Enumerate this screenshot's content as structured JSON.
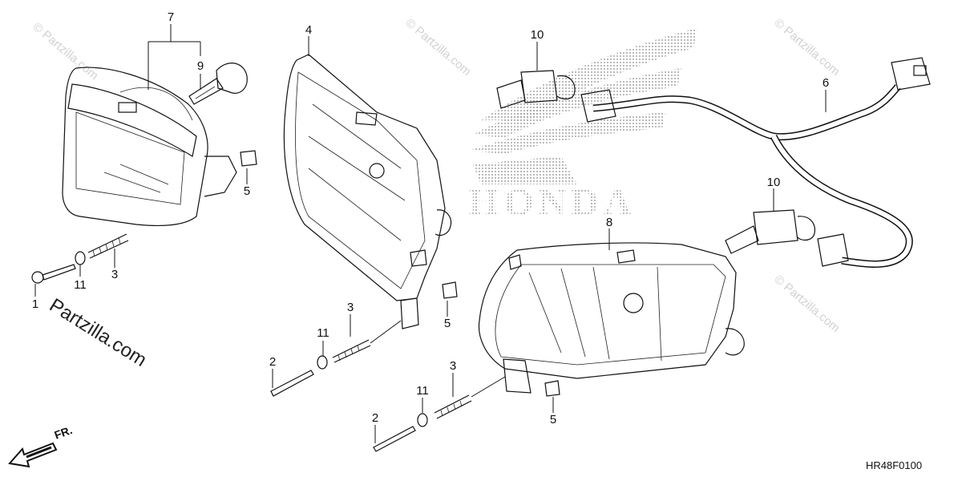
{
  "callouts": [
    {
      "id": "c1",
      "text": "1"
    },
    {
      "id": "c2a",
      "text": "2"
    },
    {
      "id": "c2b",
      "text": "2"
    },
    {
      "id": "c3a",
      "text": "3"
    },
    {
      "id": "c3b",
      "text": "3"
    },
    {
      "id": "c3c",
      "text": "3"
    },
    {
      "id": "c4",
      "text": "4"
    },
    {
      "id": "c5a",
      "text": "5"
    },
    {
      "id": "c5b",
      "text": "5"
    },
    {
      "id": "c5c",
      "text": "5"
    },
    {
      "id": "c6",
      "text": "6"
    },
    {
      "id": "c7",
      "text": "7"
    },
    {
      "id": "c8",
      "text": "8"
    },
    {
      "id": "c9",
      "text": "9"
    },
    {
      "id": "c10a",
      "text": "10"
    },
    {
      "id": "c10b",
      "text": "10"
    },
    {
      "id": "c11a",
      "text": "11"
    },
    {
      "id": "c11b",
      "text": "11"
    },
    {
      "id": "c11c",
      "text": "11"
    }
  ],
  "logo_text": "HONDA",
  "brand_watermark": "Partzilla.com",
  "repeat_watermark": "© Partzilla.com",
  "diagram_code": "HR48F0100",
  "direction_label": "FR.",
  "colors": {
    "line": "#111111",
    "watermark": "#d2d2d2",
    "logo_dots": "#8a8a8a"
  }
}
